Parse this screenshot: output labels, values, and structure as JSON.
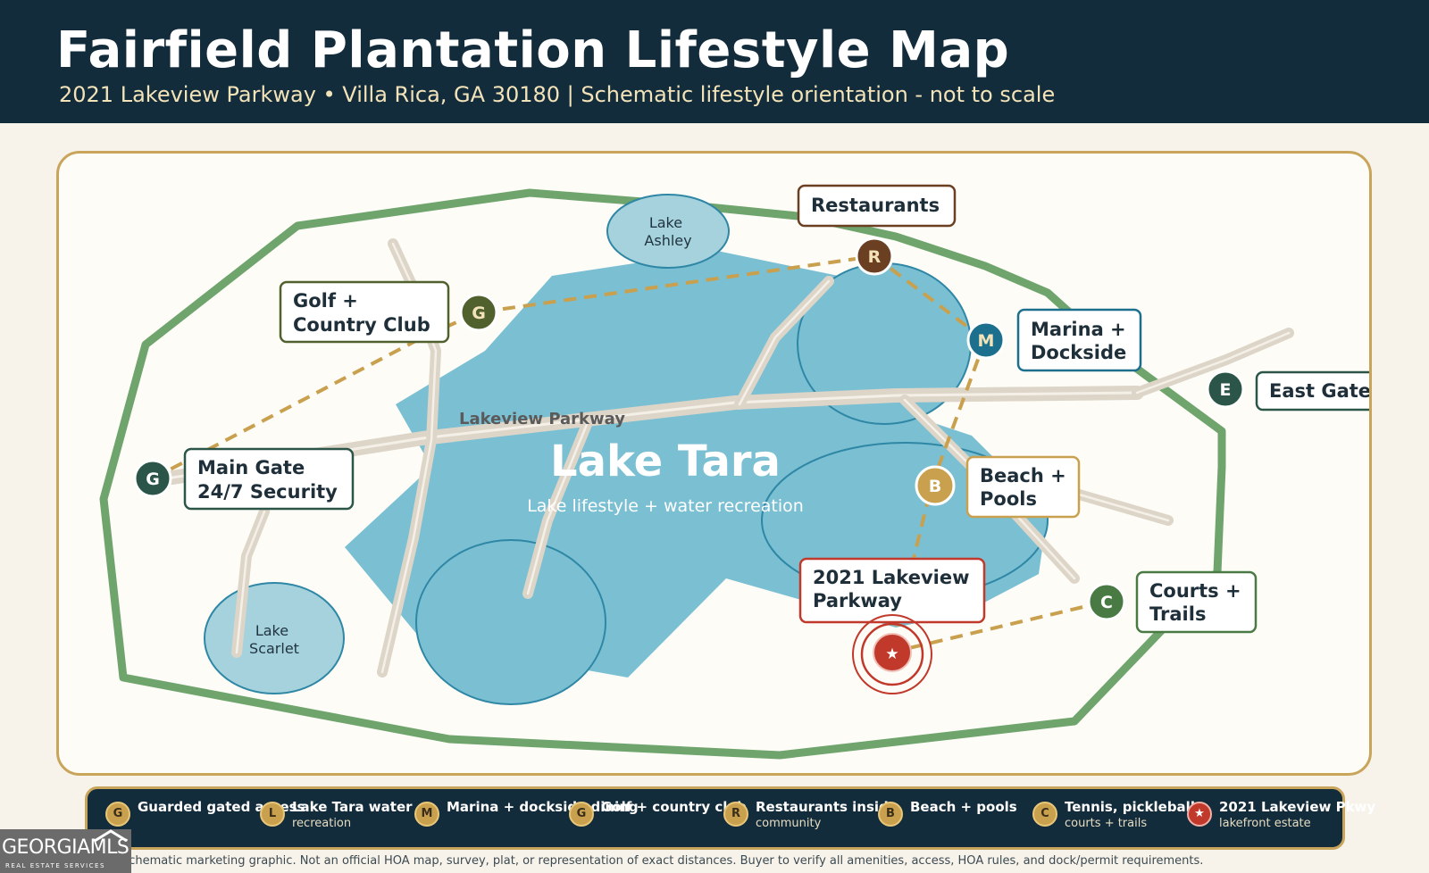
{
  "header": {
    "title": "Fairfield Plantation Lifestyle Map",
    "subtitle": "2021 Lakeview Parkway • Villa Rica, GA 30180  |  Schematic lifestyle orientation - not to scale"
  },
  "map": {
    "lakes": {
      "tara": "Lake Tara",
      "tara_sub": "Lake lifestyle + water recreation",
      "ashley": [
        "Lake",
        "Ashley"
      ],
      "scarlet": [
        "Lake",
        "Scarlet"
      ]
    },
    "road_label": "Lakeview Parkway",
    "callouts": {
      "restaurants": [
        "Restaurants"
      ],
      "golf": [
        "Golf +",
        "Country Club"
      ],
      "marina": [
        "Marina +",
        "Dockside"
      ],
      "east_gate": [
        "East Gate"
      ],
      "main_gate": [
        "Main Gate",
        "24/7 Security"
      ],
      "beach": [
        "Beach +",
        "Pools"
      ],
      "property": [
        "2021 Lakeview",
        "Parkway"
      ],
      "courts": [
        "Courts +",
        "Trails"
      ]
    },
    "markers": {
      "restaurants": "R",
      "golf": "G",
      "marina": "M",
      "east_gate": "E",
      "main_gate": "G",
      "beach": "B",
      "courts": "C",
      "property": "★"
    },
    "colors": {
      "lake": "#7bbfd3",
      "lake_small": "#a6d2dd",
      "boundary": "#6fa46d",
      "road": "#ddd5c8",
      "route": "#c9a04e",
      "property": "#c0392b"
    }
  },
  "legend": [
    {
      "letter": "G",
      "title": "Guarded gated access",
      "sub": ""
    },
    {
      "letter": "L",
      "title": "Lake Tara water",
      "sub": "recreation"
    },
    {
      "letter": "M",
      "title": "Marina + dockside dining",
      "sub": ""
    },
    {
      "letter": "G",
      "title": "Golf + country club",
      "sub": ""
    },
    {
      "letter": "R",
      "title": "Restaurants inside",
      "sub": "community"
    },
    {
      "letter": "B",
      "title": "Beach + pools",
      "sub": ""
    },
    {
      "letter": "C",
      "title": "Tennis, pickleball",
      "sub": "courts + trails"
    },
    {
      "letter": "★",
      "title": "2021 Lakeview Pkwy",
      "sub": "lakefront estate"
    }
  ],
  "disclaimer": "Schematic marketing graphic. Not an official HOA map, survey, plat, or representation of exact distances. Buyer to verify all amenities, access, HOA rules, and dock/permit requirements.",
  "logo": {
    "text": "GEORGIAMLS",
    "sub": "REAL ESTATE SERVICES"
  }
}
